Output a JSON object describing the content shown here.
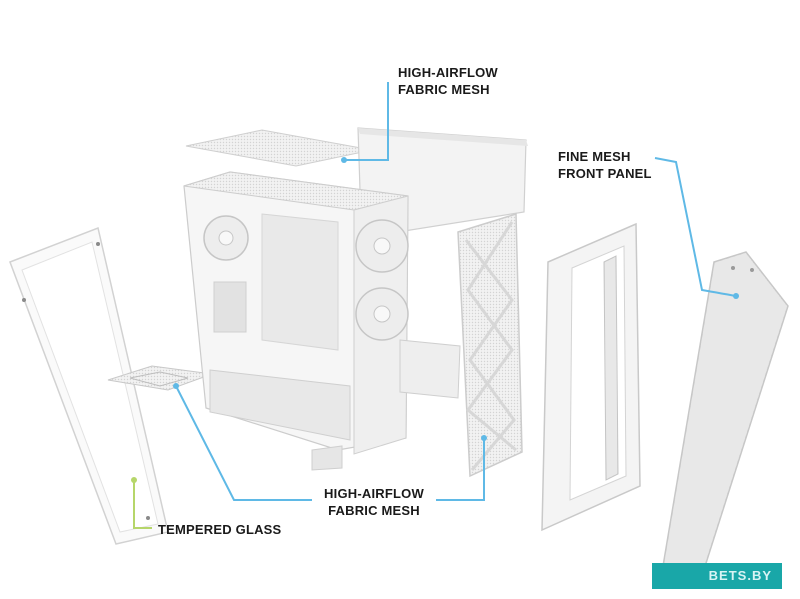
{
  "callouts": {
    "top_mesh": {
      "line1": "HIGH-AIRFLOW",
      "line2": "FABRIC MESH"
    },
    "front_panel": {
      "line1": "FINE MESH",
      "line2": "FRONT PANEL"
    },
    "bottom_mesh": {
      "line1": "HIGH-AIRFLOW",
      "line2": "FABRIC MESH"
    },
    "glass": {
      "line1": "TEMPERED GLASS"
    }
  },
  "watermark": {
    "text": "BETS.BY"
  },
  "colors": {
    "callout_line": "#5fb9e6",
    "glass_marker": "#b6d66a",
    "panel_white": "#f4f4f4",
    "panel_edge": "#cfcfcf",
    "watermark_bg": "#19a7a8"
  }
}
